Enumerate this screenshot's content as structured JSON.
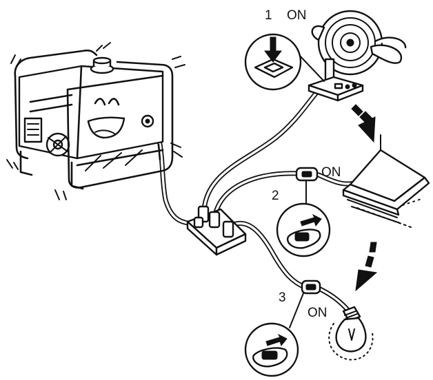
{
  "steps": [
    {
      "number": "1",
      "state": "ON",
      "device": "fan"
    },
    {
      "number": "2",
      "state": "ON",
      "device": "heater"
    },
    {
      "number": "3",
      "state": "ON",
      "device": "light-bulb"
    }
  ],
  "colors": {
    "line": "#111111",
    "background": "#ffffff"
  },
  "icons": [
    "generator-icon",
    "power-strip-icon",
    "fan-icon",
    "heater-icon",
    "light-bulb-icon",
    "switch-icon",
    "arrow-icon"
  ]
}
